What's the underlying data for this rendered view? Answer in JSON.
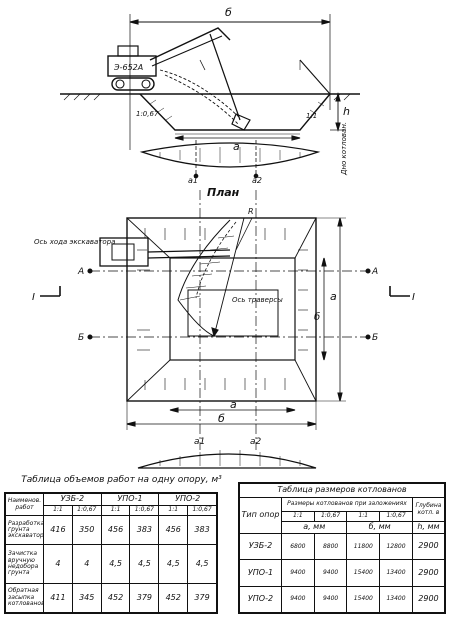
{
  "drawing": {
    "excavator_model": "Э-652А",
    "dim_b": "б",
    "dim_a": "а",
    "dim_h": "h",
    "dim_a2": "а",
    "plan_title": "План",
    "axis_move_label": "Ось хода экскаватора",
    "axis_traverse_label": "Ось траверсы",
    "point_A_left": "А",
    "point_A_right": "А",
    "point_B_left": "Б",
    "point_B_right": "Б",
    "section_left": "I",
    "section_right": "I",
    "slope_label": "1:0,67",
    "slope_label_2": "1:1",
    "a1": "а1",
    "a2": "а2",
    "r_label": "R",
    "vertical_note": "Дно котлован.",
    "side_label": "б"
  },
  "table1": {
    "title": "Таблица объемов работ на одну опору, м³",
    "col_name": "Наименов. работ",
    "groups": [
      "УЗБ-2",
      "УПО-1",
      "УПО-2"
    ],
    "sub": [
      "1:1",
      "1:0,67",
      "1:1",
      "1:0,67",
      "1:1",
      "1:0,67"
    ],
    "rows": [
      {
        "name": "Разработка грунта экскаватор.",
        "values": [
          "416",
          "350",
          "456",
          "383",
          "456",
          "383"
        ]
      },
      {
        "name": "Зачистка вручную недобора грунта",
        "values": [
          "4",
          "4",
          "4,5",
          "4,5",
          "4,5",
          "4,5"
        ]
      },
      {
        "name": "Обратная засыпка котлованов",
        "values": [
          "411",
          "345",
          "452",
          "379",
          "452",
          "379"
        ]
      }
    ]
  },
  "table2": {
    "title": "Таблица размеров котлованов",
    "col_type": "Тип опор",
    "col_sizes": "Размеры котлованов при заложениях",
    "col_depth": "Глубина котл. в",
    "col_a": "а, мм",
    "col_b": "б, мм",
    "col_h": "h, мм",
    "sub": [
      "1:1",
      "1:0,67",
      "1:1",
      "1:0,67"
    ],
    "rows": [
      {
        "type": "УЗБ-2",
        "values": [
          "6800",
          "8800",
          "11800",
          "12800",
          "2900"
        ]
      },
      {
        "type": "УПО-1",
        "values": [
          "9400",
          "9400",
          "15400",
          "13400",
          "2900"
        ]
      },
      {
        "type": "УПО-2",
        "values": [
          "9400",
          "9400",
          "15400",
          "13400",
          "2900"
        ]
      }
    ]
  }
}
